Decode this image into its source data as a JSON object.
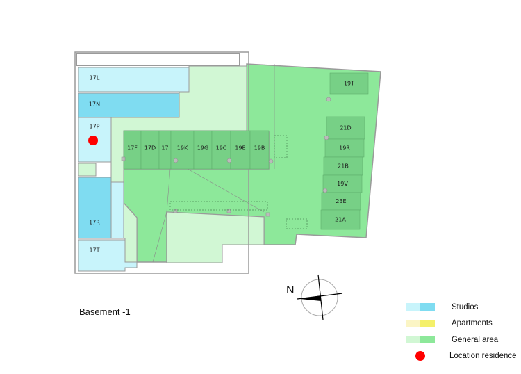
{
  "floor_title": "Basement -1",
  "compass_label": "N",
  "colors": {
    "studio_light": "#c8f4fb",
    "studio": "#7fdcf1",
    "apartment_light": "#fbf5c5",
    "apartment": "#f4f06a",
    "general_light": "#d1f7d4",
    "general": "#8de89a",
    "storage": "#77d086",
    "location": "#ff0000"
  },
  "studios": [
    "17L",
    "17N",
    "17P",
    "17R",
    "17T"
  ],
  "storage_row": [
    "17F",
    "17D",
    "17",
    "19K",
    "19G",
    "19C",
    "19E",
    "19B"
  ],
  "storage_column": [
    "19T",
    "21D",
    "19R",
    "21B",
    "19V",
    "23E",
    "21A"
  ],
  "legend": [
    {
      "label": "Studios"
    },
    {
      "label": "Apartments"
    },
    {
      "label": "General area"
    },
    {
      "label": "Location residence"
    }
  ]
}
